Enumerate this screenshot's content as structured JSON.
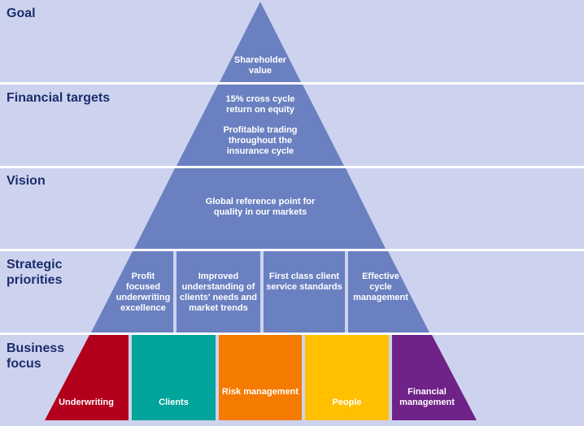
{
  "rows": {
    "goal": {
      "label": "Goal",
      "text": "Shareholder value"
    },
    "financial_targets": {
      "label": "Financial targets",
      "items": [
        "15% cross cycle return on equity",
        "Profitable trading throughout the insurance cycle"
      ]
    },
    "vision": {
      "label": "Vision",
      "text": "Global reference point for quality in our markets"
    },
    "strategic_priorities": {
      "label": "Strategic priorities",
      "items": [
        "Profit focused underwriting excellence",
        "Improved understanding of clients' needs and market trends",
        "First class client service standards",
        "Effective cycle management"
      ]
    },
    "business_focus": {
      "label": "Business focus",
      "items": [
        "Underwriting",
        "Clients",
        "Risk management",
        "People",
        "Financial management"
      ]
    }
  },
  "colors": {
    "band": "#cdd3ef",
    "pyramid": "#6a80c0",
    "label_text": "#1b2d6b",
    "underwriting": "#b2001c",
    "clients": "#00a49a",
    "risk_management": "#f47a00",
    "people": "#ffc000",
    "financial_management": "#6f2287"
  }
}
